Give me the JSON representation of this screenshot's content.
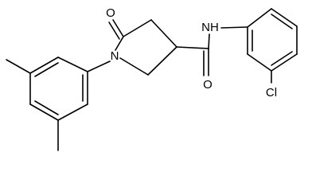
{
  "molecule": {
    "atom_labels": {
      "ketone_oxygen": "O",
      "ring_nitrogen": "N",
      "amide_nh": "NH",
      "amide_oxygen": "O",
      "chlorine": "Cl"
    }
  }
}
